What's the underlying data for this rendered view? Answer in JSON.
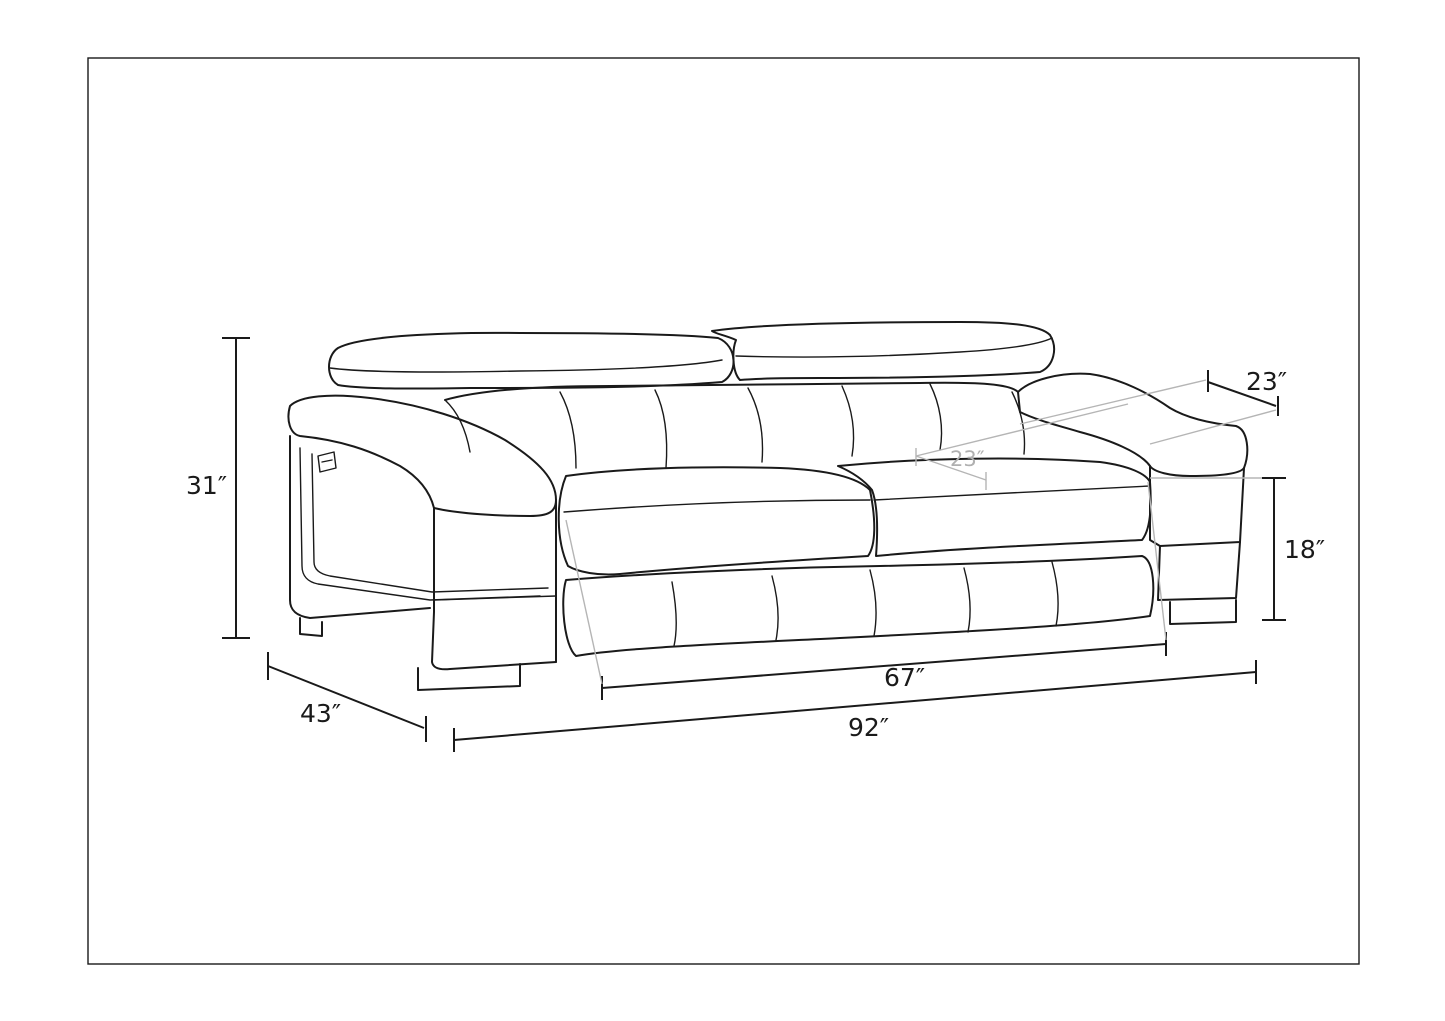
{
  "diagram": {
    "subject": "sofa-line-drawing",
    "dimensions": {
      "overall_height": "31″",
      "overall_depth": "43″",
      "overall_width": "92″",
      "seat_width": "67″",
      "seat_height": "18″",
      "arm_depth": "23″",
      "seat_depth": "23″"
    }
  }
}
